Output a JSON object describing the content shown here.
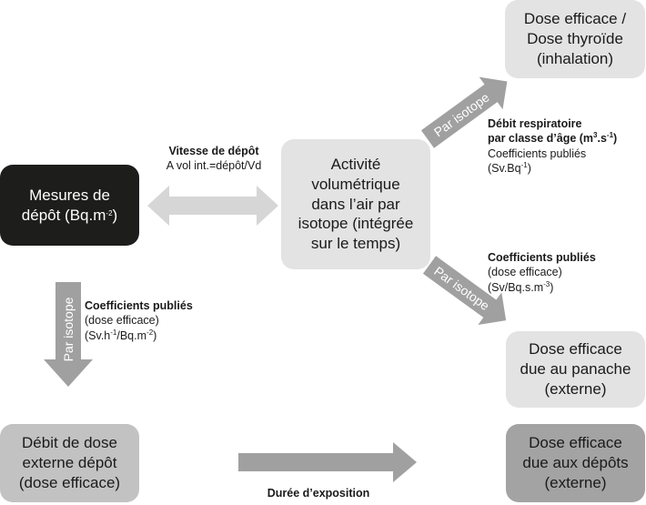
{
  "boxes": {
    "mesures": {
      "line1": "Mesures de",
      "line2": "dépôt (Bq.m",
      "line2_sup": "-2",
      "line2_end": ")"
    },
    "activite": {
      "line1": "Activité",
      "line2": "volumétrique",
      "line3": "dans l’air par",
      "line4": "isotope (intégrée",
      "line5": "sur le temps)"
    },
    "dose_thyroide": {
      "line1": "Dose efficace /",
      "line2": "Dose thyroïde",
      "line3": "(inhalation)"
    },
    "dose_panache": {
      "line1": "Dose efficace",
      "line2": "due au panache",
      "line3": "(externe)"
    },
    "debit_dose": {
      "line1": "Débit de dose",
      "line2": "externe dépôt",
      "line3": "(dose efficace)"
    },
    "dose_depots": {
      "line1": "Dose efficace",
      "line2": "due aux dépôts",
      "line3": "(externe)"
    }
  },
  "labels": {
    "vitesse": {
      "title": "Vitesse de dépôt",
      "line2": "A vol int.=dépôt/Vd"
    },
    "debit_resp": {
      "title1": "Débit respiratoire",
      "title2": "par classe d’âge (m",
      "title2_sup1": "3",
      "title2_mid": ".s",
      "title2_sup2": "-1",
      "title2_end": ")",
      "line3": "Coefficients publiés",
      "line4": "(Sv.Bq",
      "line4_sup": "-1",
      "line4_end": ")"
    },
    "coef_panache": {
      "title": "Coefficients publiés",
      "line2": "(dose efficace)",
      "line3": "(Sv/Bq.s.m",
      "line3_sup": "-3",
      "line3_end": ")"
    },
    "coef_depot": {
      "title": "Coefficients publiés",
      "line2": "(dose efficace)",
      "line3": "(Sv.h",
      "line3_sup1": "-1",
      "line3_mid": "/Bq.m",
      "line3_sup2": "-2",
      "line3_end": ")"
    },
    "duree": {
      "title": "Durée d’exposition"
    }
  },
  "arrows": {
    "up_label": "Par isotope",
    "down_label": "Par isotope",
    "vertical_label": "Par isotope"
  },
  "colors": {
    "dark_box": "#1d1d1b",
    "light_box": "#e3e3e3",
    "mid_box": "#a3a3a3",
    "arrow_light": "#d6d6d6",
    "arrow_mid": "#a0a0a0"
  }
}
